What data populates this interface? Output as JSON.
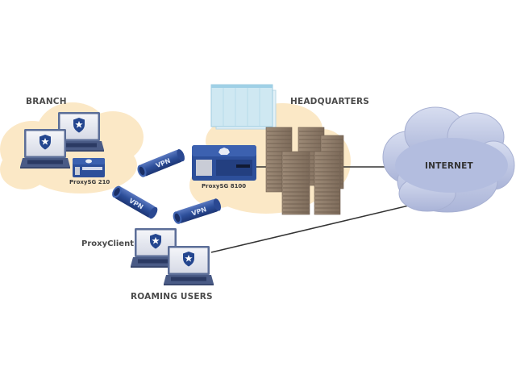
{
  "labels": {
    "branch": "BRANCH",
    "headquarters": "HEADQUARTERS",
    "internet": "INTERNET",
    "proxysg_210": "ProxySG 210",
    "proxysg_8100": "ProxySG 8100",
    "proxyclient": "ProxyClient",
    "roaming_users": "ROAMING USERS",
    "vpn": "VPN"
  },
  "colors": {
    "branch_cloud": "#fbe4bd",
    "internet_cloud": "#b9c3e0",
    "device_blue": "#2d4f9a",
    "server_brown": "#8c7a68",
    "building_glass": "#cfe8f2",
    "link_line": "#333333"
  },
  "nodes": [
    {
      "id": "branch-laptop-1",
      "type": "laptop",
      "group": "branch"
    },
    {
      "id": "branch-laptop-2",
      "type": "laptop",
      "group": "branch"
    },
    {
      "id": "proxysg-210",
      "type": "appliance",
      "group": "branch"
    },
    {
      "id": "proxysg-8100",
      "type": "appliance",
      "group": "headquarters"
    },
    {
      "id": "hq-building",
      "type": "building",
      "group": "headquarters"
    },
    {
      "id": "hq-servers",
      "type": "server-rack",
      "group": "headquarters"
    },
    {
      "id": "roaming-laptop-1",
      "type": "laptop",
      "group": "roaming"
    },
    {
      "id": "roaming-laptop-2",
      "type": "laptop",
      "group": "roaming"
    },
    {
      "id": "internet",
      "type": "cloud",
      "group": "internet"
    }
  ],
  "links": [
    {
      "from": "proxysg-8100",
      "to": "hq-servers"
    },
    {
      "from": "hq-servers",
      "to": "internet"
    },
    {
      "from": "roaming-laptop-2",
      "to": "internet"
    }
  ],
  "tunnels": [
    {
      "label": "VPN",
      "between": [
        "proxysg-210",
        "proxysg-8100"
      ]
    },
    {
      "label": "VPN",
      "between": [
        "proxysg-210",
        "roaming"
      ]
    },
    {
      "label": "VPN",
      "between": [
        "roaming",
        "proxysg-8100"
      ]
    }
  ]
}
